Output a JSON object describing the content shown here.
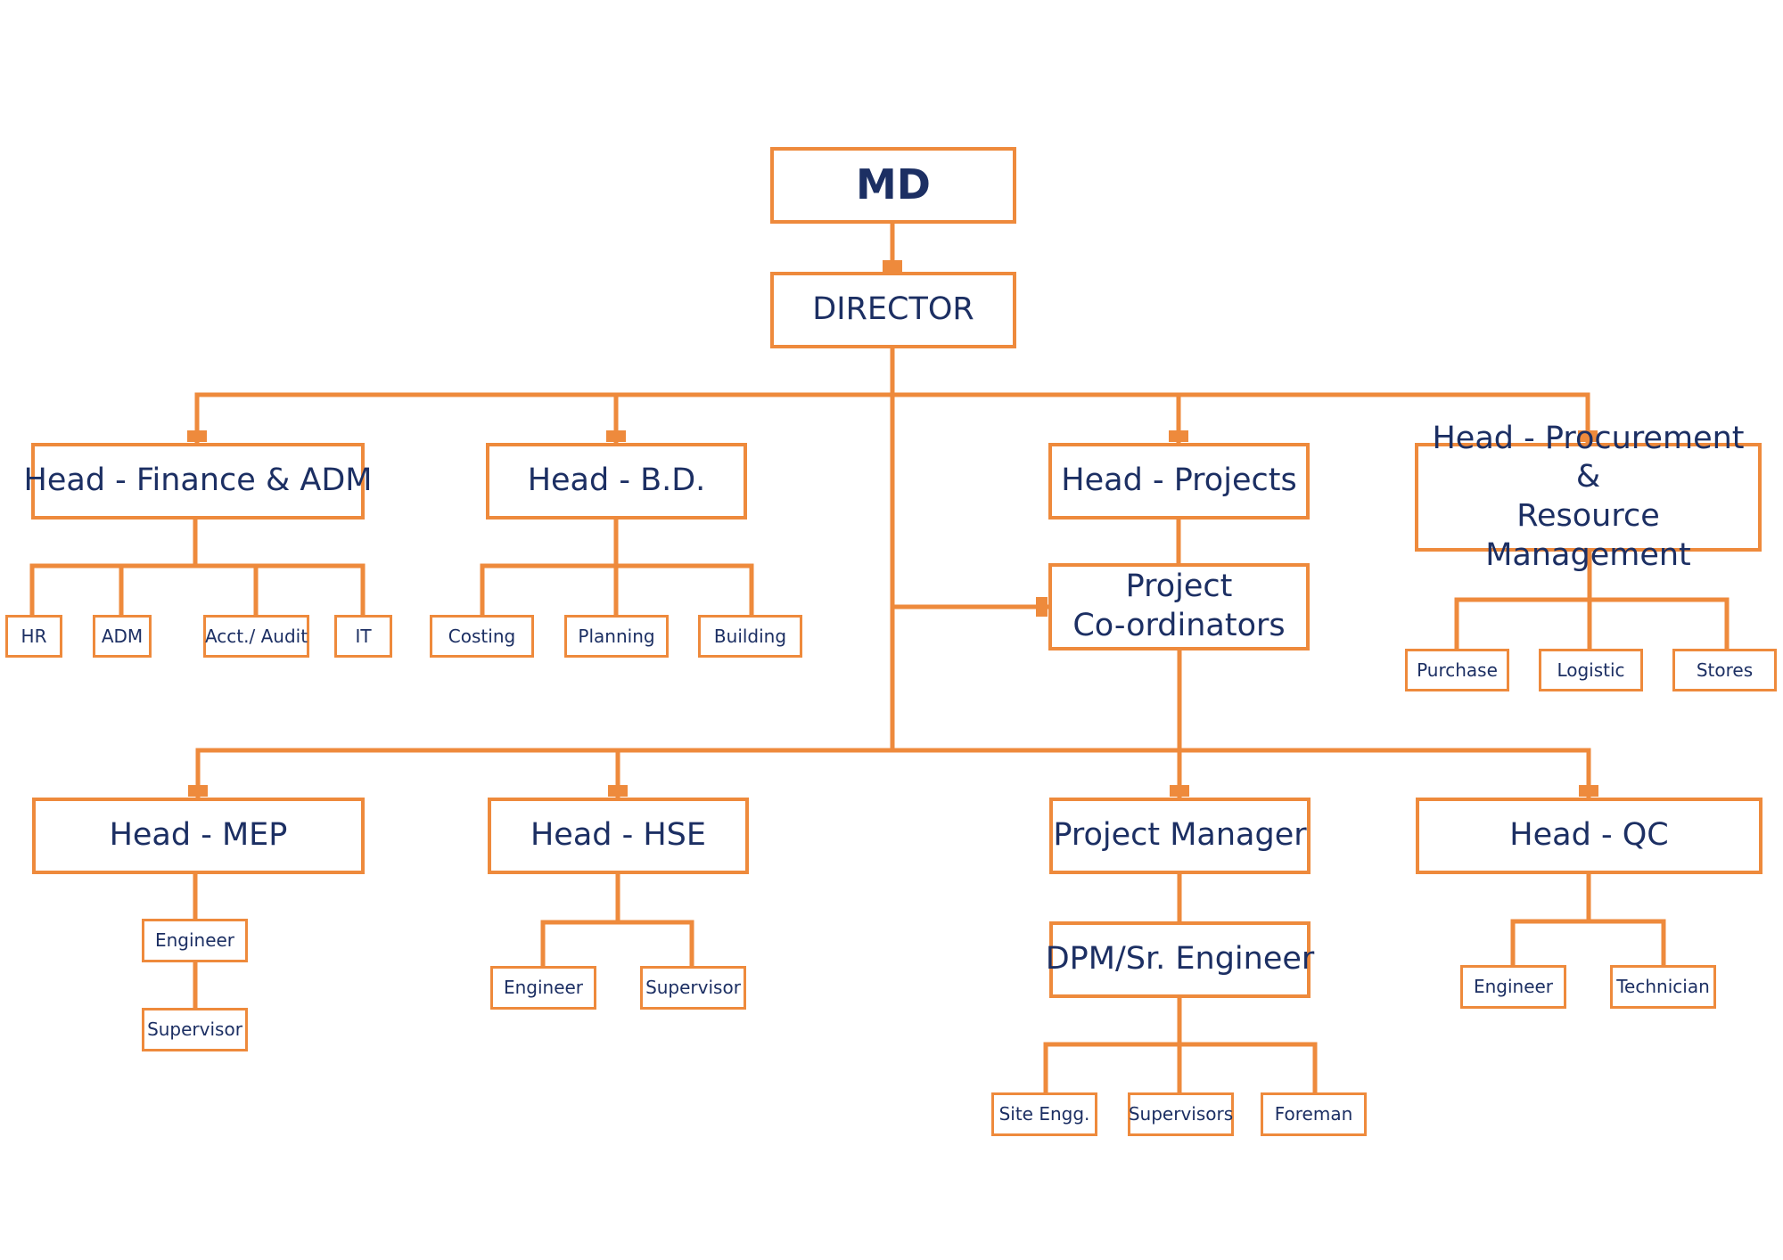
{
  "colors": {
    "line": "#EE8A3C",
    "text": "#1C2F63",
    "background": "#FFFFFF"
  },
  "org": {
    "md": "MD",
    "director": "DIRECTOR",
    "finance": {
      "title": "Head - Finance & ADM",
      "hr": "HR",
      "adm": "ADM",
      "audit": "Acct./ Audit",
      "it": "IT"
    },
    "bd": {
      "title": "Head - B.D.",
      "costing": "Costing",
      "planning": "Planning",
      "building": "Building"
    },
    "projects": {
      "title": "Head - Projects",
      "coordinators_line1": "Project",
      "coordinators_line2": "Co-ordinators",
      "manager": "Project Manager",
      "dpm": "DPM/Sr. Engineer",
      "site_engg": "Site Engg.",
      "supervisors": "Supervisors",
      "foreman": "Foreman"
    },
    "procurement": {
      "title_line1": "Head - Procurement &",
      "title_line2": "Resource Management",
      "purchase": "Purchase",
      "logistic": "Logistic",
      "stores": "Stores"
    },
    "mep": {
      "title": "Head - MEP",
      "engineer": "Engineer",
      "supervisor": "Supervisor"
    },
    "hse": {
      "title": "Head - HSE",
      "engineer": "Engineer",
      "supervisor": "Supervisor"
    },
    "qc": {
      "title": "Head - QC",
      "engineer": "Engineer",
      "technician": "Technician"
    }
  }
}
